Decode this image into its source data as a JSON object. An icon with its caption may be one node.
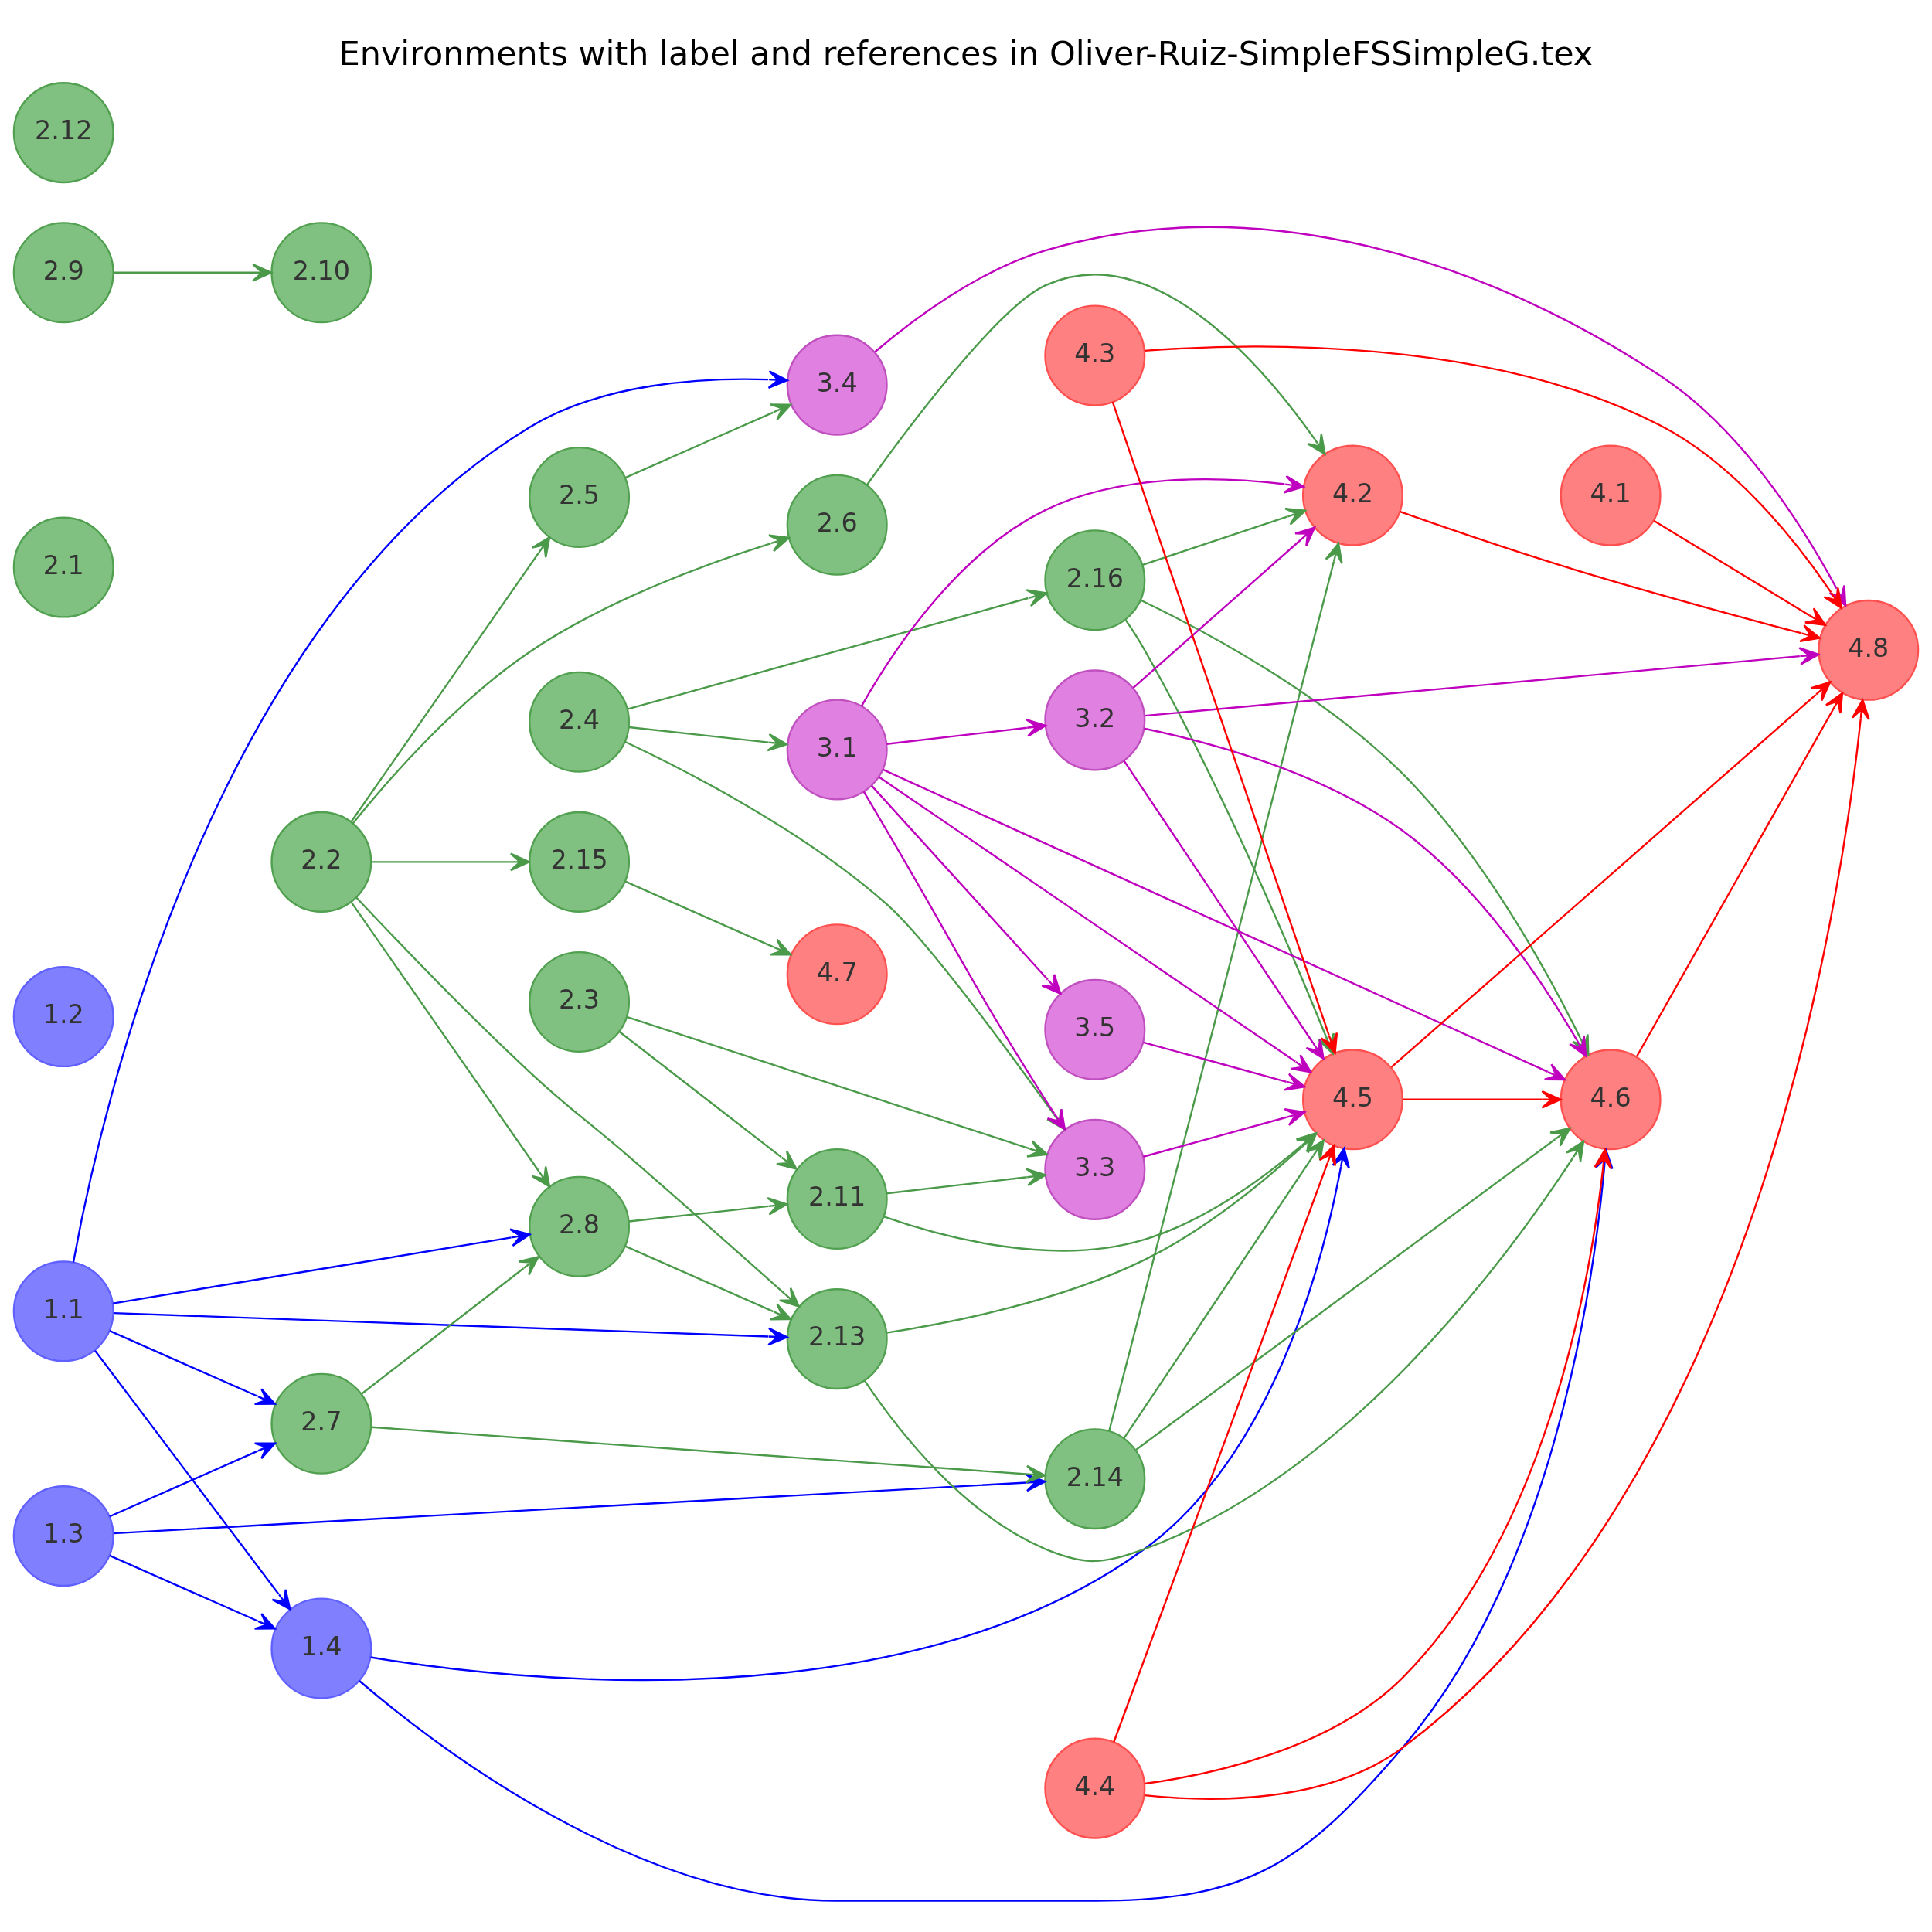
{
  "diagram": {
    "title": "Environments with label and references in Oliver-Ruiz-SimpleFSSimpleG.tex",
    "nodes": [
      {
        "text": [
          "1.1"
        ]
      },
      {
        "text": [
          "1.2"
        ]
      },
      {
        "text": [
          "1.3"
        ]
      },
      {
        "text": [
          "1.4"
        ]
      },
      {
        "text": [
          "2.1"
        ]
      },
      {
        "text": [
          "2.2"
        ]
      },
      {
        "text": [
          "2.3"
        ]
      },
      {
        "text": [
          "2.4"
        ]
      },
      {
        "text": [
          "2.5"
        ]
      },
      {
        "text": [
          "2.6"
        ]
      },
      {
        "text": [
          "2.7"
        ]
      },
      {
        "text": [
          "2.8"
        ]
      },
      {
        "text": [
          "2.9"
        ]
      },
      {
        "text": [
          "2.10"
        ]
      },
      {
        "text": [
          "2.11"
        ]
      },
      {
        "text": [
          "2.12"
        ]
      },
      {
        "text": [
          "2.13"
        ]
      },
      {
        "text": [
          "2.14"
        ]
      },
      {
        "text": [
          "2.15"
        ]
      },
      {
        "text": [
          "2.16"
        ]
      },
      {
        "text": [
          "3.1"
        ]
      },
      {
        "text": [
          "3.2"
        ]
      },
      {
        "text": [
          "3.3"
        ]
      },
      {
        "text": [
          "3.4"
        ]
      },
      {
        "text": [
          "3.5"
        ]
      },
      {
        "text": [
          "4.1"
        ]
      },
      {
        "text": [
          "4.2"
        ]
      },
      {
        "text": [
          "4.3"
        ]
      },
      {
        "text": [
          "4.4"
        ]
      },
      {
        "text": [
          "4.5"
        ]
      },
      {
        "text": [
          "4.6"
        ]
      },
      {
        "text": [
          "4.7"
        ]
      },
      {
        "text": [
          "4.8"
        ]
      }
    ],
    "edges": [
      {
        "from": 0,
        "to": 10,
        "arrow": "to",
        "color": "#0000ff"
      },
      {
        "from": 0,
        "to": 11,
        "arrow": "to",
        "color": "#0000ff"
      },
      {
        "from": 0,
        "to": 23,
        "arrow": "to",
        "color": "#0000ff"
      },
      {
        "from": 0,
        "to": 3,
        "arrow": "to",
        "color": "#0000ff"
      },
      {
        "from": 0,
        "to": 16,
        "arrow": "to",
        "color": "#0000ff"
      },
      {
        "from": 2,
        "to": 10,
        "arrow": "to",
        "color": "#0000ff"
      },
      {
        "from": 2,
        "to": 3,
        "arrow": "to",
        "color": "#0000ff"
      },
      {
        "from": 2,
        "to": 17,
        "arrow": "to",
        "color": "#0000ff"
      },
      {
        "from": 3,
        "to": 29,
        "arrow": "to",
        "color": "#0000ff"
      },
      {
        "from": 3,
        "to": 30,
        "arrow": "to",
        "color": "#0000ff"
      },
      {
        "from": 5,
        "to": 8,
        "arrow": "to"
      },
      {
        "from": 5,
        "to": 9,
        "arrow": "to"
      },
      {
        "from": 5,
        "to": 11,
        "arrow": "to"
      },
      {
        "from": 5,
        "to": 16,
        "arrow": "to"
      },
      {
        "from": 5,
        "to": 18,
        "arrow": "to"
      },
      {
        "from": 6,
        "to": 14,
        "arrow": "to"
      },
      {
        "from": 6,
        "to": 22,
        "arrow": "to"
      },
      {
        "from": 7,
        "to": 20,
        "arrow": "to"
      },
      {
        "from": 7,
        "to": 22,
        "arrow": "to"
      },
      {
        "from": 7,
        "to": 19,
        "arrow": "to"
      },
      {
        "from": 8,
        "to": 23,
        "arrow": "to"
      },
      {
        "from": 9,
        "to": 26,
        "arrow": "to"
      },
      {
        "from": 10,
        "to": 11,
        "arrow": "to"
      },
      {
        "from": 10,
        "to": 17,
        "arrow": "to"
      },
      {
        "from": 11,
        "to": 14,
        "arrow": "to"
      },
      {
        "from": 11,
        "to": 16,
        "arrow": "to"
      },
      {
        "from": 12,
        "to": 13,
        "arrow": "to"
      },
      {
        "from": 14,
        "to": 22,
        "arrow": "to"
      },
      {
        "from": 14,
        "to": 29,
        "arrow": "to"
      },
      {
        "from": 16,
        "to": 29,
        "arrow": "to"
      },
      {
        "from": 16,
        "to": 30,
        "arrow": "to"
      },
      {
        "from": 17,
        "to": 26,
        "arrow": "to"
      },
      {
        "from": 17,
        "to": 29,
        "arrow": "to"
      },
      {
        "from": 17,
        "to": 30,
        "arrow": "to"
      },
      {
        "from": 18,
        "to": 31,
        "arrow": "to"
      },
      {
        "from": 19,
        "to": 26,
        "arrow": "to"
      },
      {
        "from": 19,
        "to": 29,
        "arrow": "to"
      },
      {
        "from": 19,
        "to": 30,
        "arrow": "to"
      },
      {
        "from": 20,
        "to": 26,
        "arrow": "to",
        "color": "#bf00bf"
      },
      {
        "from": 20,
        "to": 21,
        "arrow": "to",
        "color": "#bf00bf"
      },
      {
        "from": 20,
        "to": 22,
        "arrow": "to",
        "color": "#bf00bf"
      },
      {
        "from": 20,
        "to": 24,
        "arrow": "to",
        "color": "#bf00bf"
      },
      {
        "from": 20,
        "to": 29,
        "arrow": "to",
        "color": "#bf00bf"
      },
      {
        "from": 20,
        "to": 30,
        "arrow": "to",
        "color": "#bf00bf"
      },
      {
        "from": 21,
        "to": 26,
        "arrow": "to",
        "color": "#bf00bf"
      },
      {
        "from": 21,
        "to": 29,
        "arrow": "to",
        "color": "#bf00bf"
      },
      {
        "from": 21,
        "to": 30,
        "arrow": "to",
        "color": "#bf00bf"
      },
      {
        "from": 21,
        "to": 32,
        "arrow": "to",
        "color": "#bf00bf"
      },
      {
        "from": 22,
        "to": 29,
        "arrow": "to",
        "color": "#bf00bf"
      },
      {
        "from": 23,
        "to": 32,
        "arrow": "to",
        "color": "#bf00bf"
      },
      {
        "from": 24,
        "to": 29,
        "arrow": "to",
        "color": "#bf00bf"
      },
      {
        "from": 25,
        "to": 32,
        "arrow": "to",
        "color": "#ff0000"
      },
      {
        "from": 26,
        "to": 32,
        "arrow": "to",
        "color": "#ff0000"
      },
      {
        "from": 27,
        "to": 29,
        "arrow": "to",
        "color": "#ff0000"
      },
      {
        "from": 27,
        "to": 32,
        "arrow": "to",
        "color": "#ff0000"
      },
      {
        "from": 28,
        "to": 29,
        "arrow": "to",
        "color": "#ff0000"
      },
      {
        "from": 28,
        "to": 30,
        "arrow": "to",
        "color": "#ff0000"
      },
      {
        "from": 28,
        "to": 32,
        "arrow": "to",
        "color": "#ff0000"
      },
      {
        "from": 29,
        "to": 30,
        "arrow": "to",
        "color": "#ff0000"
      },
      {
        "from": 29,
        "to": 32,
        "arrow": "to",
        "color": "#ff0000"
      },
      {
        "from": 30,
        "to": 32,
        "arrow": "to",
        "color": "#ff0000"
      }
    ]
  }
}
